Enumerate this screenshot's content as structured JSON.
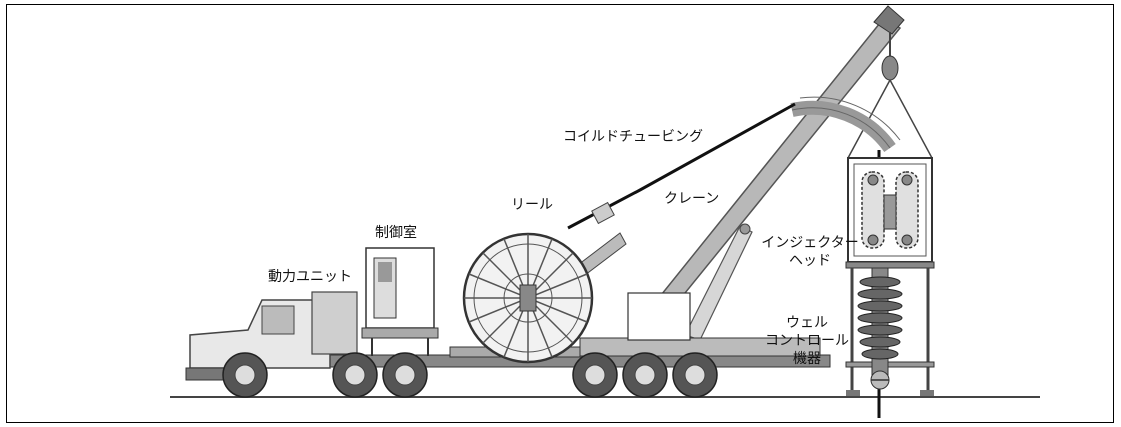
{
  "labels": {
    "power_unit": "動力ユニット",
    "control_room": "制御室",
    "reel": "リール",
    "coiled_tubing": "コイルドチュービング",
    "crane": "クレーン",
    "injector_head_line1": "インジェクター",
    "injector_head_line2": "ヘッド",
    "well_control_line1": "ウェル",
    "well_control_line2": "コントロール",
    "well_control_line3": "機器"
  }
}
